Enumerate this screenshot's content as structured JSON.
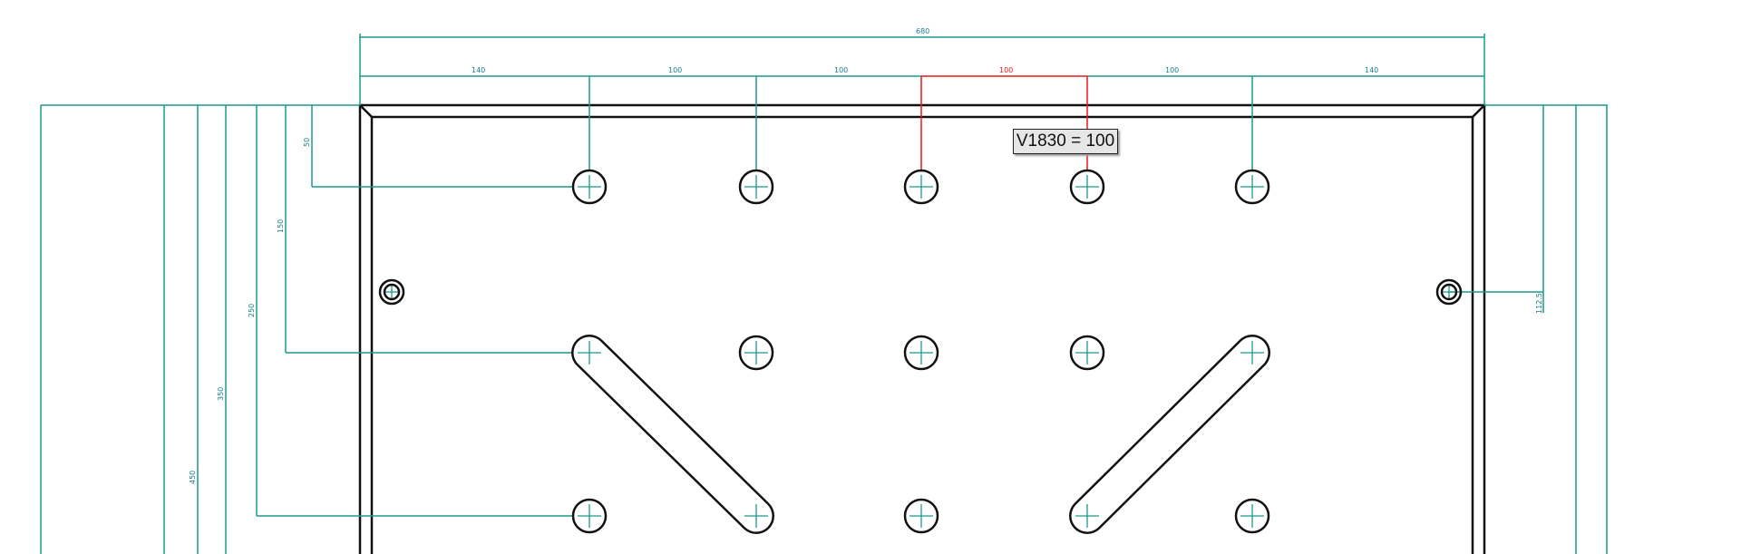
{
  "drawing": {
    "top_dimensions": {
      "overall": "680",
      "segments": [
        "140",
        "100",
        "100",
        "100",
        "100",
        "140"
      ],
      "selected_segment_index": 3
    },
    "left_dimensions": [
      "50",
      "150",
      "250",
      "350",
      "450"
    ],
    "right_dimensions": [
      "112.5"
    ],
    "tooltip": "V1830 = 100",
    "colors": {
      "dimension": "#1a9a8f",
      "selected": "#e8191c",
      "geometry": "#111111"
    }
  }
}
